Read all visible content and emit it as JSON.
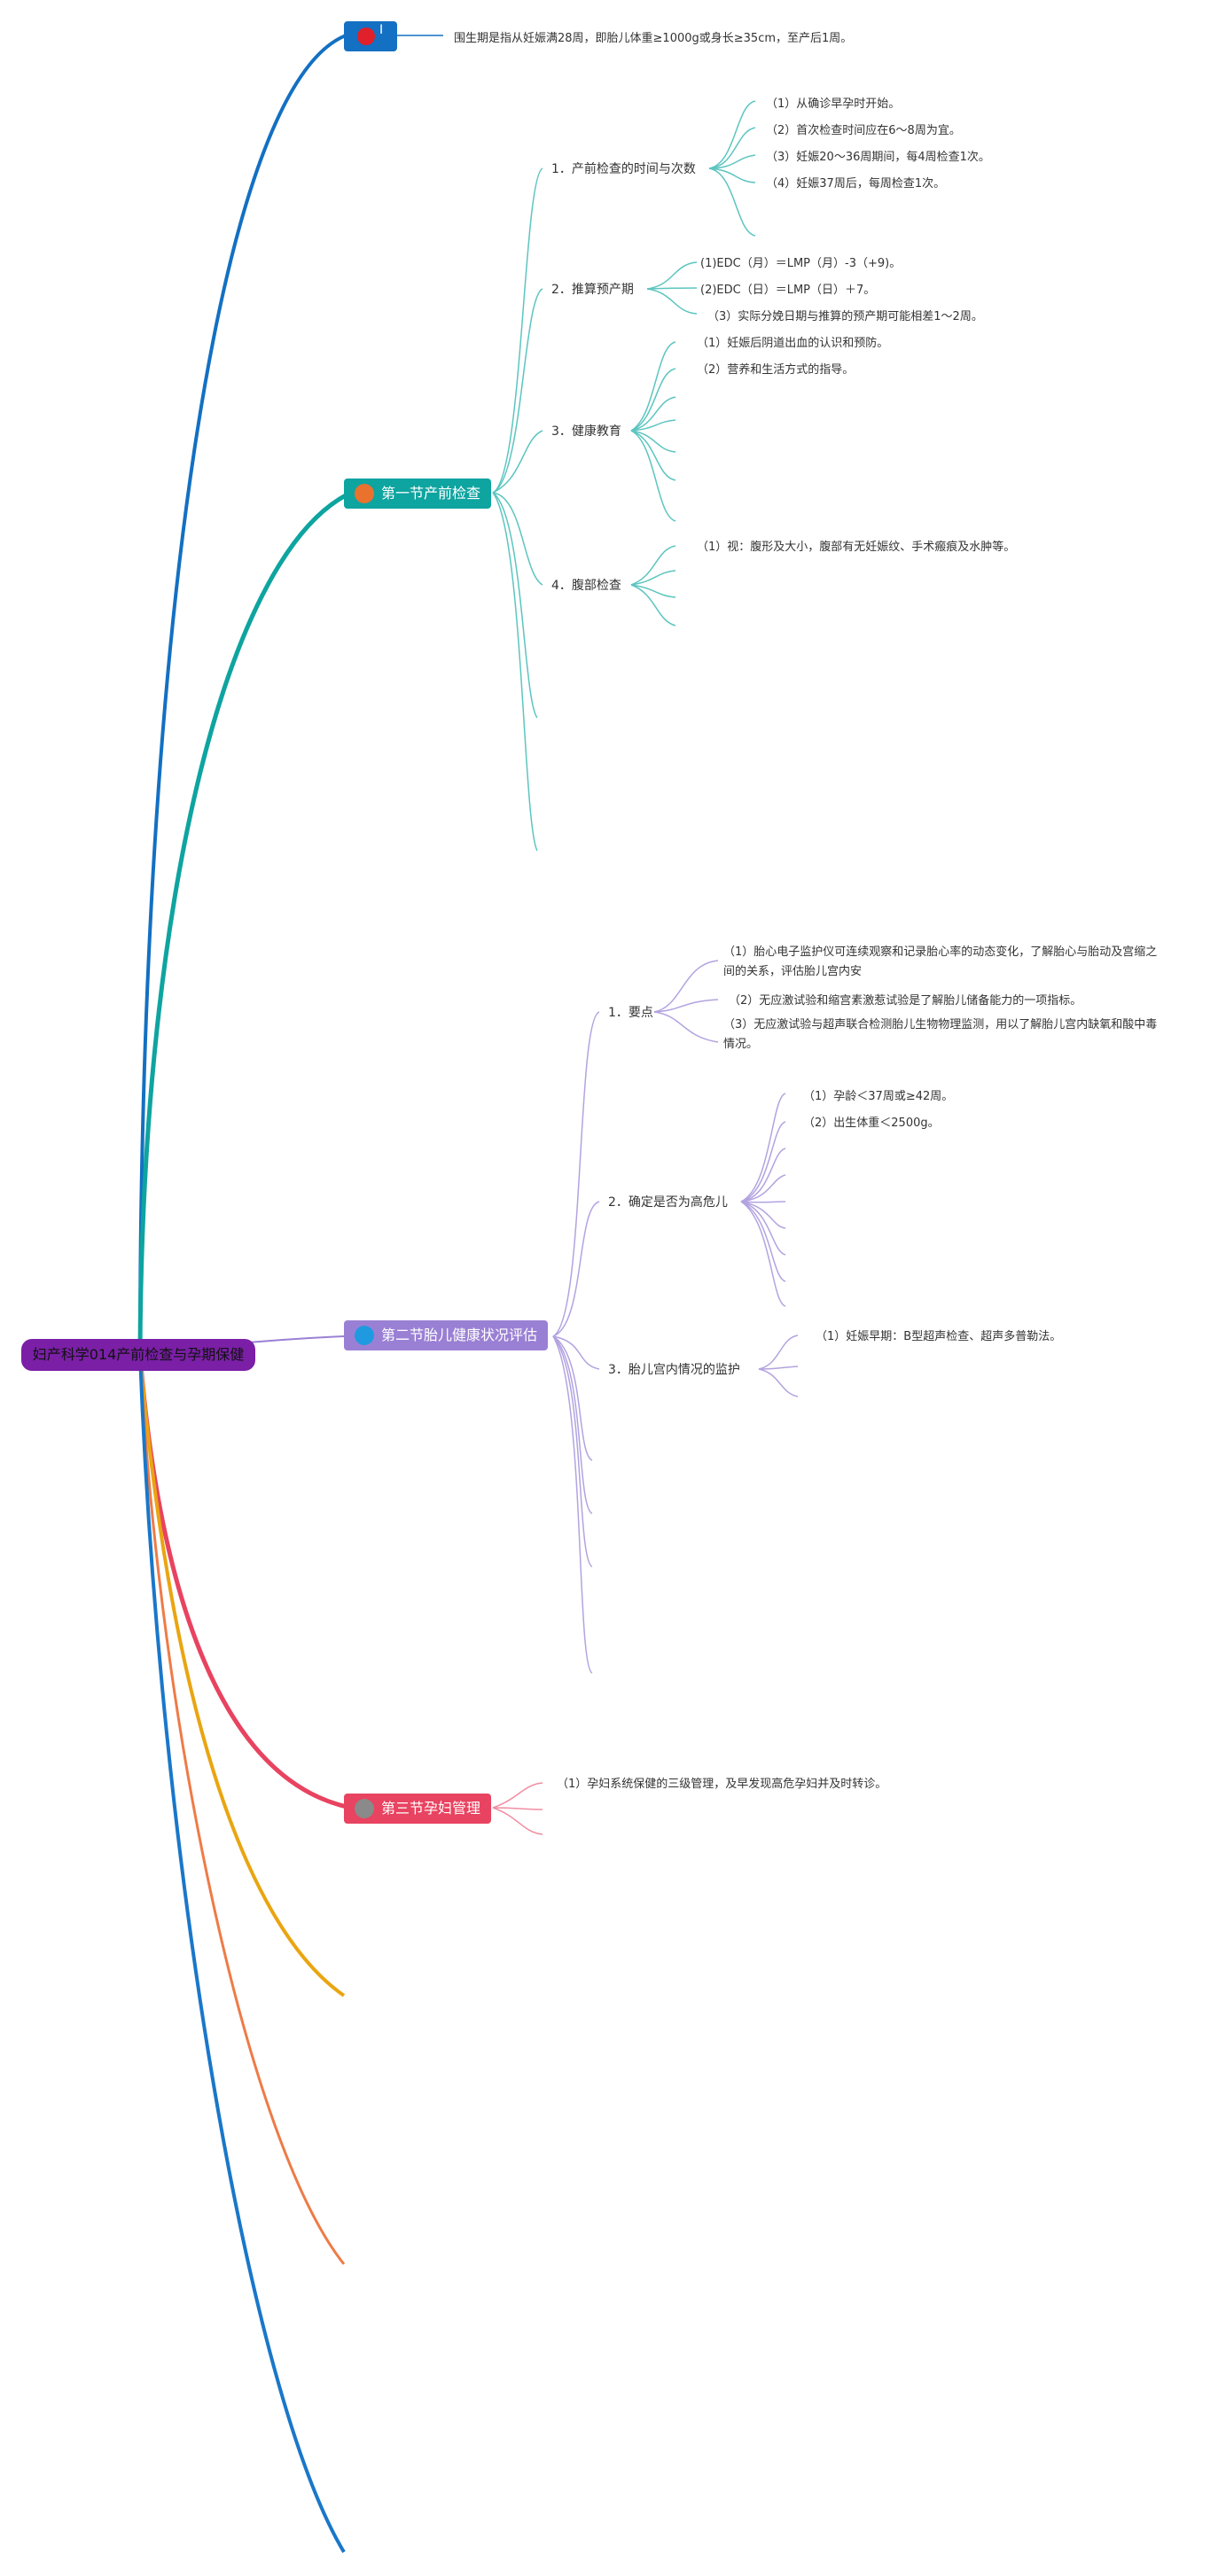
{
  "root": {
    "label": "妇产科学014产前检查与孕期保健"
  },
  "colors": {
    "root_bg": "#7a1fa6",
    "branch_intro": "#1370c2",
    "branch_s1": "#0ea4a0",
    "branch_s2": "#9a80d4",
    "branch_s3": "#e84360",
    "branch_orange": "#e9a511",
    "branch_coral": "#ee7b47",
    "branch_blue": "#1a77c9"
  },
  "intro": {
    "badge_label": "I",
    "text": "围生期是指从妊娠满28周，即胎儿体重≥1000g或身长≥35cm，至产后1周。"
  },
  "section1": {
    "title": "第一节产前检查",
    "items": [
      {
        "label": "1．产前检查的时间与次数",
        "children": [
          "（1）从确诊早孕时开始。",
          "（2）首次检查时间应在6～8周为宜。",
          "（3）妊娠20～36周期间，每4周检查1次。",
          "（4）妊娠37周后，每周检查1次。"
        ]
      },
      {
        "label": "2．推算预产期",
        "children": [
          "(1)EDC（月）＝LMP（月）-3（+9)。",
          "(2)EDC（日）＝LMP（日）＋7。",
          "（3）实际分娩日期与推算的预产期可能相差1～2周。"
        ]
      },
      {
        "label": "3．健康教育",
        "children": [
          "（1）妊娠后阴道出血的认识和预防。",
          "（2）营养和生活方式的指导。"
        ]
      },
      {
        "label": "4．腹部检查",
        "children": [
          "（1）视：腹形及大小，腹部有无妊娠纹、手术瘢痕及水肿等。"
        ]
      }
    ]
  },
  "section2": {
    "title": "第二节胎儿健康状况评估",
    "items": [
      {
        "label": "1．要点",
        "children": [
          "（1）胎心电子监护仪可连续观察和记录胎心率的动态变化，了解胎心与胎动及宫缩之间的关系，评估胎儿宫内安",
          "（2）无应激试验和缩宫素激惹试验是了解胎儿储备能力的一项指标。",
          "（3）无应激试验与超声联合检测胎儿生物物理监测，用以了解胎儿宫内缺氧和酸中毒情况。"
        ]
      },
      {
        "label": "2．确定是否为高危儿",
        "children": [
          "（1）孕龄＜37周或≥42周。",
          "（2）出生体重＜2500g。"
        ]
      },
      {
        "label": "3．胎儿宫内情况的监护",
        "children": [
          "（1）妊娠早期：B型超声检查、超声多普勒法。"
        ]
      }
    ]
  },
  "section3": {
    "title": "第三节孕妇管理",
    "items": [
      "（1）孕妇系统保健的三级管理，及早发现高危孕妇并及时转诊。"
    ]
  }
}
